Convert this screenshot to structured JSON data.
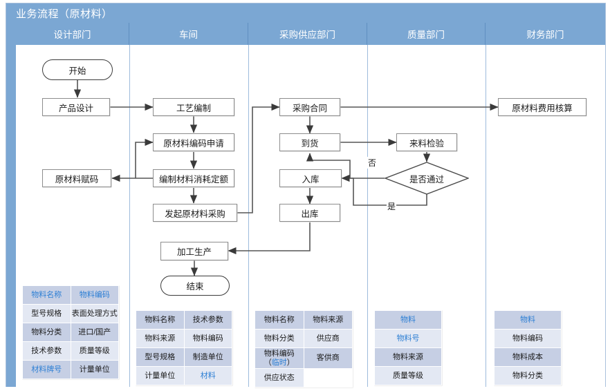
{
  "header": {
    "title": "业务流程（原材料）"
  },
  "lanes": [
    {
      "id": "design",
      "label": "设计部门"
    },
    {
      "id": "workshop",
      "label": "车间"
    },
    {
      "id": "purchase",
      "label": "采购供应部门"
    },
    {
      "id": "quality",
      "label": "质量部门"
    },
    {
      "id": "finance",
      "label": "财务部门"
    }
  ],
  "nodes": {
    "start": "开始",
    "product_design": "产品设计",
    "material_code": "原材料赋码",
    "process_plan": "工艺编制",
    "code_request": "原材料编码申请",
    "consumption_quota": "编制材料消耗定额",
    "initiate_purchase": "发起原材料采购",
    "machining": "加工生产",
    "end": "结束",
    "purchase_contract": "采购合同",
    "arrival": "到货",
    "inbound": "入库",
    "outbound": "出库",
    "incoming_check": "来料检验",
    "pass_decision": "是否通过",
    "cost_accounting": "原材料费用核算"
  },
  "edge_labels": {
    "no": "否",
    "yes": "是"
  },
  "tables": [
    {
      "id": "design-table",
      "cols": 2,
      "rows": [
        [
          {
            "text": "物料名称",
            "shade": "dark",
            "blue": true
          },
          {
            "text": "物料编码",
            "shade": "dark",
            "blue": true
          }
        ],
        [
          {
            "text": "型号规格",
            "shade": "light",
            "blue": false
          },
          {
            "text": "表面处理方式",
            "shade": "light",
            "blue": false
          }
        ],
        [
          {
            "text": "物料分类",
            "shade": "dark",
            "blue": false
          },
          {
            "text": "进口/国产",
            "shade": "dark",
            "blue": false
          }
        ],
        [
          {
            "text": "技术参数",
            "shade": "light",
            "blue": false
          },
          {
            "text": "质量等级",
            "shade": "light",
            "blue": false
          }
        ],
        [
          {
            "text": "材料牌号",
            "shade": "dark",
            "blue": true
          },
          {
            "text": "计量单位",
            "shade": "dark",
            "blue": false
          }
        ]
      ]
    },
    {
      "id": "workshop-table",
      "cols": 2,
      "rows": [
        [
          {
            "text": "物料名称",
            "shade": "dark",
            "blue": false
          },
          {
            "text": "技术参数",
            "shade": "dark",
            "blue": false
          }
        ],
        [
          {
            "text": "物料来源",
            "shade": "light",
            "blue": false
          },
          {
            "text": "物料编码",
            "shade": "light",
            "blue": false
          }
        ],
        [
          {
            "text": "型号规格",
            "shade": "dark",
            "blue": false
          },
          {
            "text": "制造单位",
            "shade": "dark",
            "blue": false
          }
        ],
        [
          {
            "text": "计量单位",
            "shade": "light",
            "blue": false
          },
          {
            "text": "材料",
            "shade": "light",
            "blue": true
          }
        ]
      ]
    },
    {
      "id": "purchase-table",
      "cols": 2,
      "rows": [
        [
          {
            "text": "物料名称",
            "shade": "dark",
            "blue": false
          },
          {
            "text": "物料来源",
            "shade": "dark",
            "blue": false
          }
        ],
        [
          {
            "text": "物料分类",
            "shade": "light",
            "blue": false
          },
          {
            "text": "供应商",
            "shade": "light",
            "blue": false
          }
        ],
        [
          {
            "html": "物料编码<br>（<span class=\"blue-inline\">临时</span>）",
            "shade": "dark",
            "blue": false
          },
          {
            "text": "客供商",
            "shade": "dark",
            "blue": false
          }
        ],
        [
          {
            "text": "供应状态",
            "shade": "light",
            "blue": false
          },
          {
            "text": "",
            "shade": "blank",
            "blue": false
          }
        ]
      ]
    },
    {
      "id": "quality-table",
      "cols": 1,
      "rows": [
        [
          {
            "text": "物料",
            "shade": "dark",
            "blue": true
          }
        ],
        [
          {
            "text": "物料号",
            "shade": "light",
            "blue": true
          }
        ],
        [
          {
            "text": "物料来源",
            "shade": "dark",
            "blue": false
          }
        ],
        [
          {
            "text": "质量等级",
            "shade": "light",
            "blue": false
          }
        ]
      ]
    },
    {
      "id": "finance-table",
      "cols": 1,
      "rows": [
        [
          {
            "text": "物料",
            "shade": "dark",
            "blue": true
          }
        ],
        [
          {
            "text": "物料编码",
            "shade": "light",
            "blue": false
          }
        ],
        [
          {
            "text": "物料成本",
            "shade": "dark",
            "blue": false
          }
        ],
        [
          {
            "text": "物料分类",
            "shade": "light",
            "blue": false
          }
        ]
      ]
    }
  ],
  "colors": {
    "band": "#7ba7d3",
    "accent_text": "#2d7fd4",
    "table_dark": "#c6cfe4",
    "table_light": "#e3e8f3",
    "connector": "#555555"
  }
}
